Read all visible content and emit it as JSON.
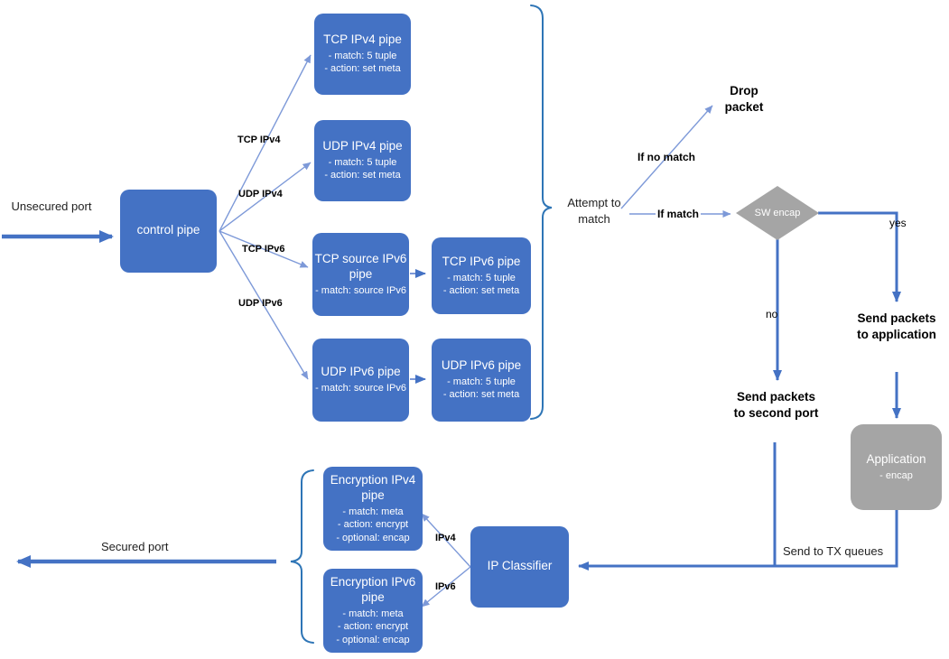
{
  "colors": {
    "box_blue": "#4472C4",
    "node_gray": "#A5A5A5",
    "connector": "#7D99D8",
    "thick": "#4472C4",
    "brace": "#2E75B6",
    "label_dark": "#1F1F1F"
  },
  "nodes": {
    "control_pipe": {
      "title": "control pipe"
    },
    "tcp_ipv4_pipe": {
      "title": "TCP IPv4 pipe",
      "match": "- match: 5 tuple",
      "action": "- action: set meta"
    },
    "udp_ipv4_pipe": {
      "title": "UDP IPv4 pipe",
      "match": "- match: 5 tuple",
      "action": "- action: set meta"
    },
    "tcp_source_ipv6_pipe": {
      "title": "TCP source IPv6 pipe",
      "match": "- match: source IPv6"
    },
    "tcp_ipv6_pipe": {
      "title": "TCP IPv6 pipe",
      "match": "- match: 5 tuple",
      "action": "- action: set meta"
    },
    "udp_ipv6_source_pipe": {
      "title": "UDP IPv6  pipe",
      "match": "- match: source IPv6"
    },
    "udp_ipv6_pipe": {
      "title": "UDP IPv6  pipe",
      "match": "- match: 5 tuple",
      "action": "- action: set meta"
    },
    "encryption_ipv4_pipe": {
      "title": "Encryption IPv4 pipe",
      "match": "- match: meta",
      "action": "- action: encrypt",
      "optional": "- optional: encap"
    },
    "encryption_ipv6_pipe": {
      "title": "Encryption IPv6 pipe",
      "match": "- match: meta",
      "action": "- action: encrypt",
      "optional": "- optional: encap"
    },
    "ip_classifier": {
      "title": "IP Classifier"
    },
    "application": {
      "title": "Application",
      "line": "- encap"
    },
    "sw_encap": {
      "title": "SW encap"
    }
  },
  "labels": {
    "unsecured_port": "Unsecured port",
    "secured_port": "Secured port",
    "attempt_to_match": "Attempt to match",
    "drop_packet": "Drop packet",
    "if_no_match": "If no match",
    "if_match": "If match",
    "yes": "yes",
    "no": "no",
    "send_packets_application": "Send packets to application",
    "send_packets_second_port": "Send packets to second port",
    "send_to_tx_queues": "Send to TX queues",
    "tcp_ipv4": "TCP IPv4",
    "udp_ipv4": "UDP IPv4",
    "tcp_ipv6": "TCP IPv6",
    "udp_ipv6": "UDP IPv6",
    "ipv4": "IPv4",
    "ipv6": "IPv6"
  }
}
